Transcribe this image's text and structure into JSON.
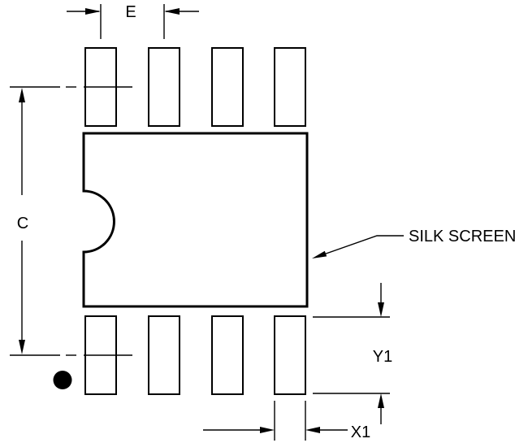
{
  "figure": {
    "type": "pcb-land-pattern-drawing",
    "background_color": "#ffffff",
    "line_color": "#000000",
    "pads": {
      "top_row_count": 4,
      "bottom_row_count": 4,
      "pin1_marker": "filled-dot"
    },
    "labels": {
      "pad_pitch": "E",
      "row_center_distance": "C",
      "silk_callout": "SILK SCREEN",
      "pad_length": "Y1",
      "pad_width": "X1"
    }
  }
}
